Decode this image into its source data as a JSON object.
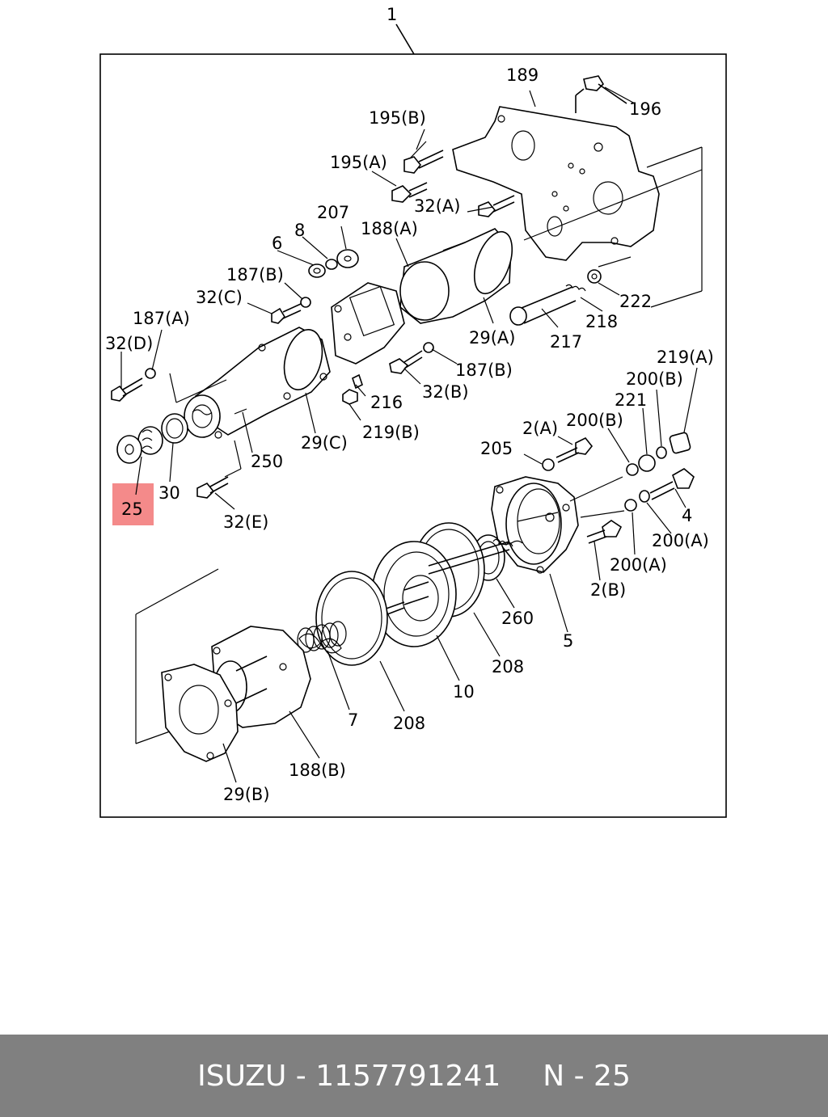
{
  "colors": {
    "highlight": "#f48a8a",
    "footer_bg": "#808080",
    "footer_text": "#ffffff"
  },
  "labels": {
    "l1": "1",
    "l189": "189",
    "l196": "196",
    "l195b": "195(B)",
    "l195a": "195(A)",
    "l32a": "32(A)",
    "l207": "207",
    "l8": "8",
    "l6": "6",
    "l188a": "188(A)",
    "l187b_top": "187(B)",
    "l32c": "32(C)",
    "l187a": "187(A)",
    "l32d": "32(D)",
    "l222": "222",
    "l218": "218",
    "l217": "217",
    "l29a": "29(A)",
    "l187b_mid": "187(B)",
    "l216": "216",
    "l32b": "32(B)",
    "l219b": "219(B)",
    "l29c": "29(C)",
    "l250": "250",
    "l25": "25",
    "l30": "30",
    "l32e": "32(E)",
    "l219a": "219(A)",
    "l200b_1": "200(B)",
    "l221": "221",
    "l2a": "2(A)",
    "l200b_2": "200(B)",
    "l205": "205",
    "l4": "4",
    "l200a_1": "200(A)",
    "l200a_2": "200(A)",
    "l2b": "2(B)",
    "l260": "260",
    "l5": "5",
    "l208_1": "208",
    "l10": "10",
    "l208_2": "208",
    "l7": "7",
    "l188b": "188(B)",
    "l29b": "29(B)"
  },
  "footer": {
    "brand_part": "ISUZU - 1157791241",
    "ref": "N - 25"
  }
}
